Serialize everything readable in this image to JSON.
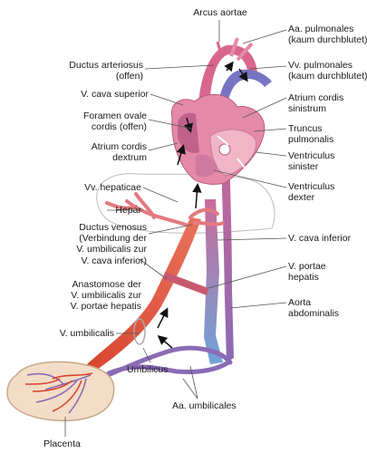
{
  "labels": {
    "arcus_aortae": "Arcus aortae",
    "aa_pulmonales": [
      "Aa. pulmonales",
      "(kaum durchblutet)"
    ],
    "ductus_arteriosus": [
      "Ductus arteriosus",
      "(offen)"
    ],
    "vv_pulmonales": [
      "Vv. pulmonales",
      "(kaum durchblutet)"
    ],
    "v_cava_superior": "V. cava superior",
    "atrium_sinistrum": [
      "Atrium cordis",
      "sinistrum"
    ],
    "foramen_ovale": [
      "Foramen ovale",
      "cordis (offen)"
    ],
    "truncus_pulmonalis": [
      "Truncus",
      "pulmonalis"
    ],
    "atrium_dextrum": [
      "Atrium cordis",
      "dextrum"
    ],
    "ventriculus_sinister": [
      "Ventriculus",
      "sinister"
    ],
    "vv_hepaticae": "Vv. hepaticae",
    "ventriculus_dexter": [
      "Ventriculus",
      "dexter"
    ],
    "hepar": "Hepar",
    "ductus_venosus": [
      "Ductus venosus",
      "(Verbindung der",
      "V. umbilicalis zur",
      "V. cava inferior)"
    ],
    "v_cava_inferior": "V. cava inferior",
    "anastomose": [
      "Anastomose der",
      "V. umbilicalis zur",
      "V. portae hepatis"
    ],
    "v_portae_hepatis": [
      "V. portae",
      "hepatis"
    ],
    "aorta_abdominalis": [
      "Aorta",
      "abdominalis"
    ],
    "v_umbilicalis": "V. umbilicalis",
    "umbilicus": "Umbilicus",
    "aa_umbilicales": "Aa. umbilicales",
    "placenta": "Placenta"
  },
  "colors": {
    "oxygenated_red": "#e05a47",
    "mixed_pink": "#d9668f",
    "venous_blue": "#6fa3d8",
    "deoxygenated_purple": "#8a6bb5",
    "heart_pink": "#e48aa8",
    "placenta_tan": "#f3ddc6",
    "leader_line": "#555555"
  }
}
